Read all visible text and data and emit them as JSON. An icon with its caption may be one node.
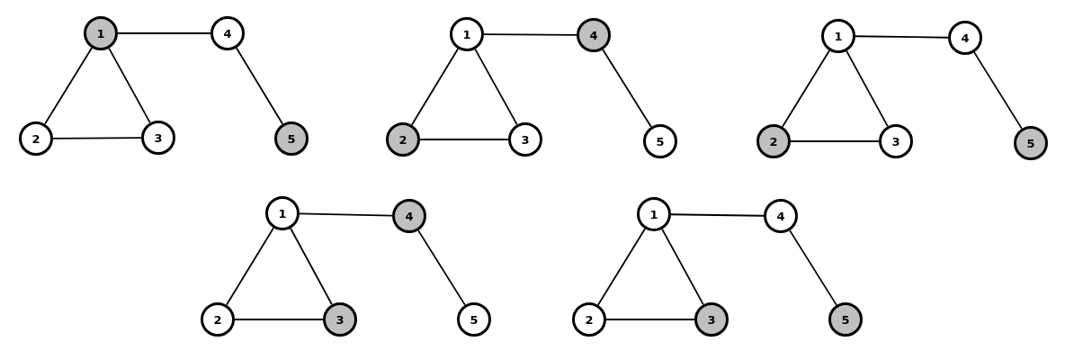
{
  "diagram": {
    "nodes": [
      {
        "text": [
          "1"
        ]
      },
      {
        "text": [
          "4"
        ]
      },
      {
        "text": [
          "2"
        ]
      },
      {
        "text": [
          "3"
        ]
      },
      {
        "text": [
          "5"
        ]
      },
      {
        "text": [
          "1"
        ]
      },
      {
        "text": [
          "4"
        ]
      },
      {
        "text": [
          "2"
        ]
      },
      {
        "text": [
          "3"
        ]
      },
      {
        "text": [
          "5"
        ]
      },
      {
        "text": [
          "1"
        ]
      },
      {
        "text": [
          "4"
        ]
      },
      {
        "text": [
          "2"
        ]
      },
      {
        "text": [
          "3"
        ]
      },
      {
        "text": [
          "5"
        ]
      },
      {
        "text": [
          "1"
        ]
      },
      {
        "text": [
          "4"
        ]
      },
      {
        "text": [
          "2"
        ]
      },
      {
        "text": [
          "3"
        ]
      },
      {
        "text": [
          "5"
        ]
      },
      {
        "text": [
          "1"
        ]
      },
      {
        "text": [
          "4"
        ]
      },
      {
        "text": [
          "2"
        ]
      },
      {
        "text": [
          "3"
        ]
      },
      {
        "text": [
          "5"
        ]
      }
    ],
    "edges": [
      {
        "from": 0,
        "to": 1,
        "arrow": "none"
      },
      {
        "from": 0,
        "to": 2,
        "arrow": "none"
      },
      {
        "from": 0,
        "to": 3,
        "arrow": "none"
      },
      {
        "from": 2,
        "to": 3,
        "arrow": "none"
      },
      {
        "from": 1,
        "to": 4,
        "arrow": "none"
      },
      {
        "from": 5,
        "to": 6,
        "arrow": "none"
      },
      {
        "from": 5,
        "to": 7,
        "arrow": "none"
      },
      {
        "from": 5,
        "to": 8,
        "arrow": "none"
      },
      {
        "from": 7,
        "to": 8,
        "arrow": "none"
      },
      {
        "from": 6,
        "to": 9,
        "arrow": "none"
      },
      {
        "from": 10,
        "to": 11,
        "arrow": "none"
      },
      {
        "from": 10,
        "to": 12,
        "arrow": "none"
      },
      {
        "from": 10,
        "to": 13,
        "arrow": "none"
      },
      {
        "from": 12,
        "to": 13,
        "arrow": "none"
      },
      {
        "from": 11,
        "to": 14,
        "arrow": "none"
      },
      {
        "from": 15,
        "to": 16,
        "arrow": "none"
      },
      {
        "from": 15,
        "to": 17,
        "arrow": "none"
      },
      {
        "from": 15,
        "to": 18,
        "arrow": "none"
      },
      {
        "from": 17,
        "to": 18,
        "arrow": "none"
      },
      {
        "from": 16,
        "to": 19,
        "arrow": "none"
      },
      {
        "from": 20,
        "to": 21,
        "arrow": "none"
      },
      {
        "from": 20,
        "to": 22,
        "arrow": "none"
      },
      {
        "from": 20,
        "to": 23,
        "arrow": "none"
      },
      {
        "from": 22,
        "to": 23,
        "arrow": "none"
      },
      {
        "from": 21,
        "to": 24,
        "arrow": "none"
      }
    ]
  }
}
